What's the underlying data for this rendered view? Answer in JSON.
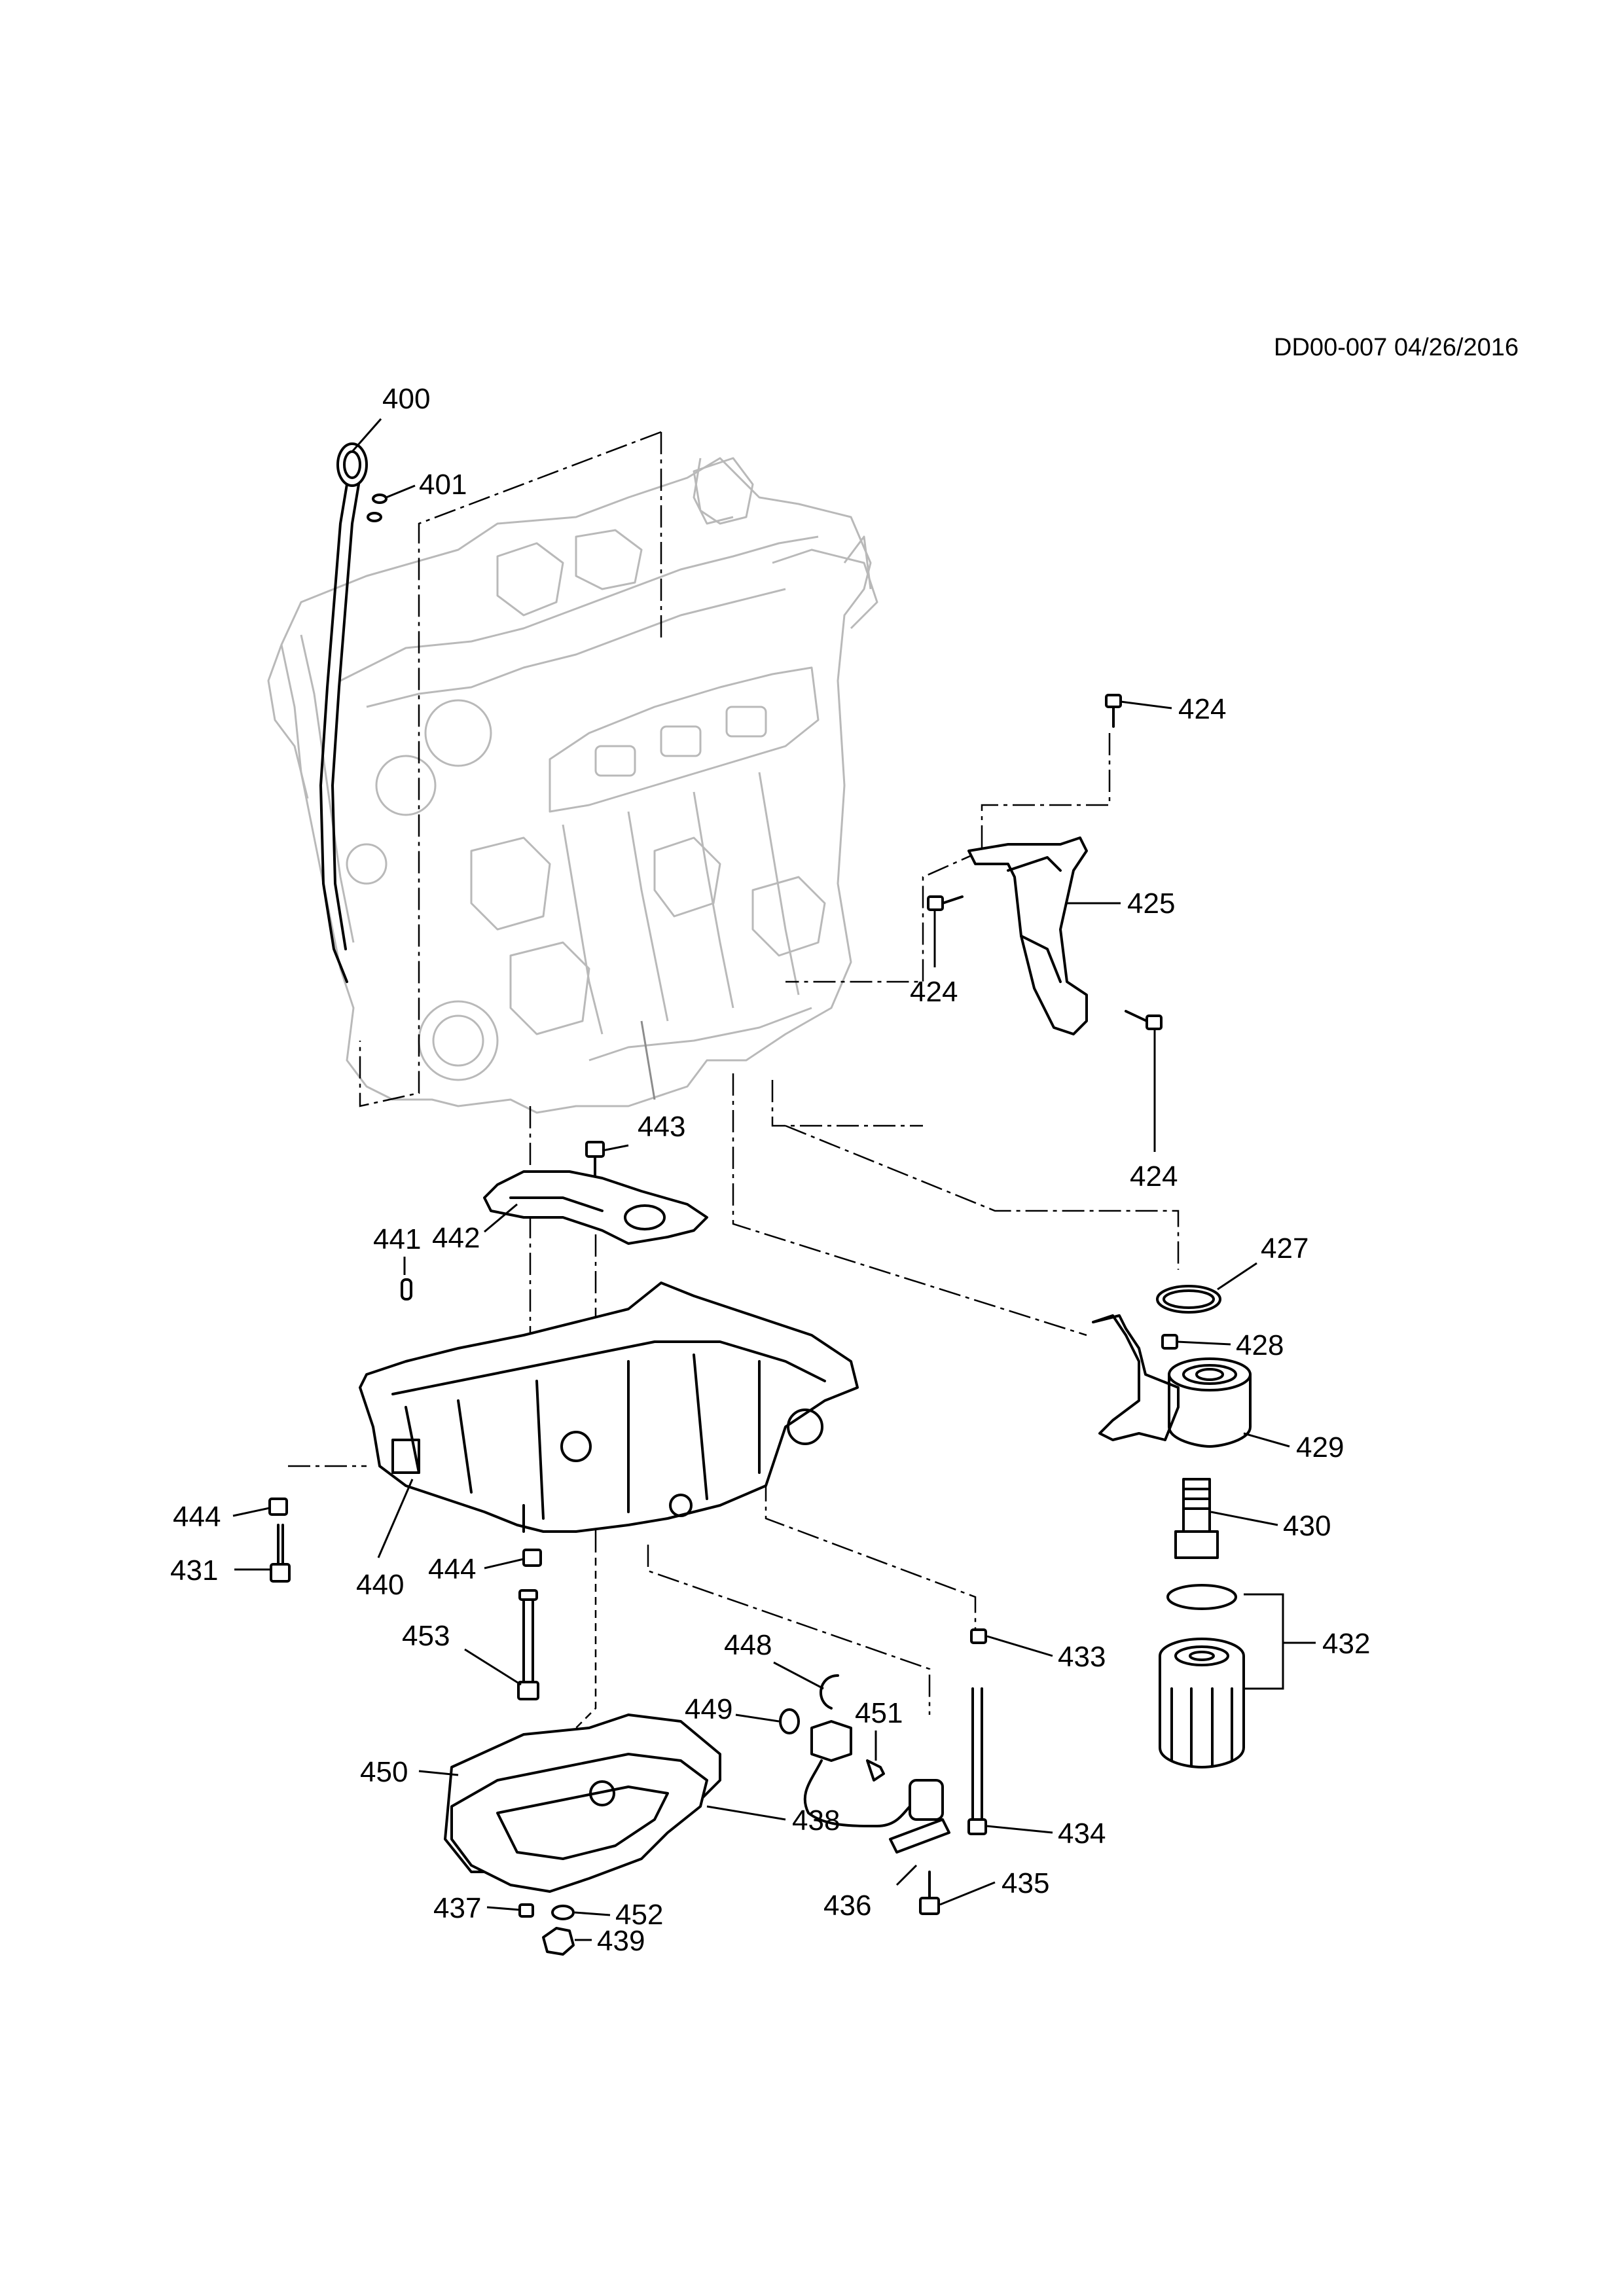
{
  "header": {
    "doc_ref": "DD00-007 04/26/2016"
  },
  "callouts": [
    {
      "id": "400",
      "text": "400"
    },
    {
      "id": "401",
      "text": "401"
    },
    {
      "id": "424a",
      "text": "424"
    },
    {
      "id": "424b",
      "text": "424"
    },
    {
      "id": "424c",
      "text": "424"
    },
    {
      "id": "425",
      "text": "425"
    },
    {
      "id": "427",
      "text": "427"
    },
    {
      "id": "428",
      "text": "428"
    },
    {
      "id": "429",
      "text": "429"
    },
    {
      "id": "430",
      "text": "430"
    },
    {
      "id": "431",
      "text": "431"
    },
    {
      "id": "432",
      "text": "432"
    },
    {
      "id": "433",
      "text": "433"
    },
    {
      "id": "434",
      "text": "434"
    },
    {
      "id": "435",
      "text": "435"
    },
    {
      "id": "436",
      "text": "436"
    },
    {
      "id": "437",
      "text": "437"
    },
    {
      "id": "438",
      "text": "438"
    },
    {
      "id": "439",
      "text": "439"
    },
    {
      "id": "440",
      "text": "440"
    },
    {
      "id": "441",
      "text": "441"
    },
    {
      "id": "442",
      "text": "442"
    },
    {
      "id": "443",
      "text": "443"
    },
    {
      "id": "444a",
      "text": "444"
    },
    {
      "id": "444b",
      "text": "444"
    },
    {
      "id": "448",
      "text": "448"
    },
    {
      "id": "449",
      "text": "449"
    },
    {
      "id": "450",
      "text": "450"
    },
    {
      "id": "451",
      "text": "451"
    },
    {
      "id": "452",
      "text": "452"
    },
    {
      "id": "453",
      "text": "453"
    }
  ]
}
